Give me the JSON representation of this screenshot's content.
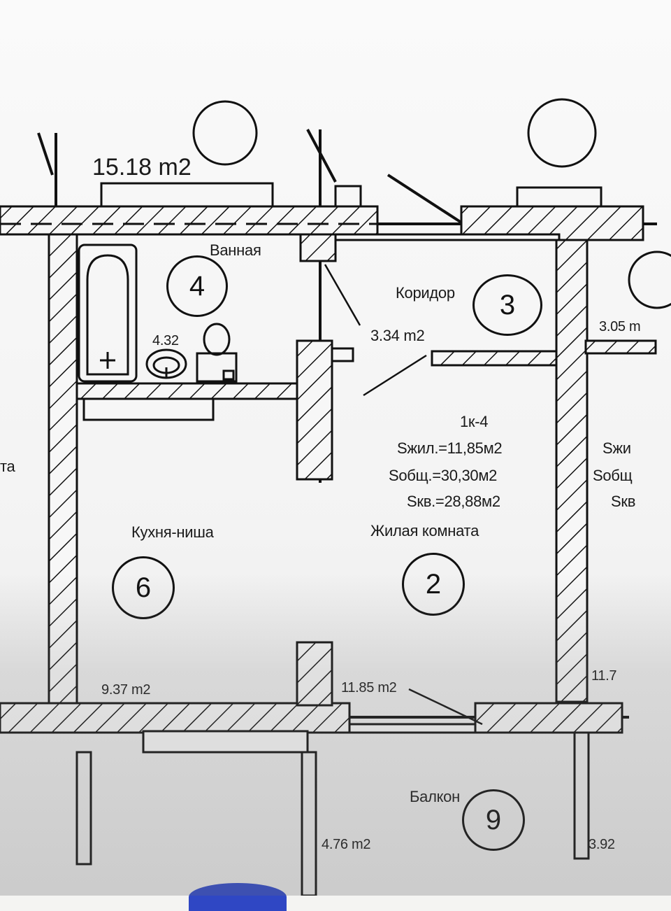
{
  "rooms": {
    "bathroom": {
      "name": "Ванная",
      "number": "4",
      "area": "4.32"
    },
    "corridor": {
      "name": "Коридор",
      "number": "3",
      "area": "3.34 m2"
    },
    "kitchen": {
      "name": "Кухня-ниша",
      "number": "6",
      "area": "9.37 m2"
    },
    "living": {
      "name": "Жилая комната",
      "number": "2",
      "area": "11.85 m2"
    },
    "balcony": {
      "name": "Балкон",
      "number": "9",
      "area": "4.76 m2"
    }
  },
  "apartment": {
    "code": "1к-4",
    "s_living": "Sжил.=11,85м2",
    "s_total": "Sобщ.=30,30м2",
    "s_apt": "Sкв.=28,88м2"
  },
  "neighbors": {
    "top_left_area": "15.18 m2",
    "right_area_top": "3.05 m",
    "right_s1": "Sжи",
    "right_s2": "Sобщ",
    "right_s3": "Sкв",
    "right_area_mid": "11.7",
    "right_area_bottom": "3.92",
    "left_partial": "та"
  },
  "colors": {
    "ink": "#111111",
    "paper": "#f4f4f2",
    "stamp": "#2f47c4"
  }
}
